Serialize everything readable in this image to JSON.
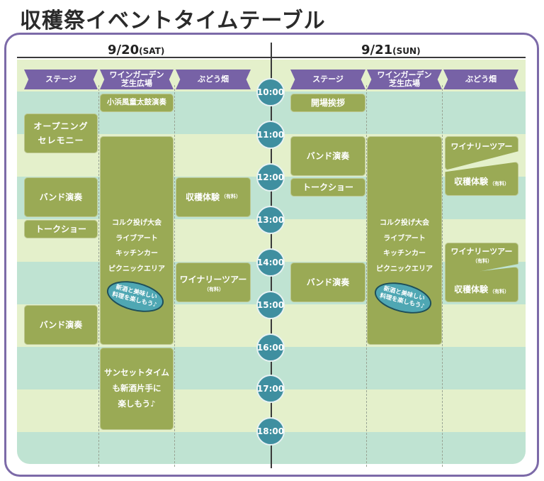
{
  "title": "収穫祭イベントタイムテーブル",
  "days": [
    {
      "date": "9/20",
      "dow": "(SAT)"
    },
    {
      "date": "9/21",
      "dow": "(SUN)"
    }
  ],
  "venues": [
    "ステージ",
    "ワインガーデン\n芝生広場",
    "ぶどう畑"
  ],
  "times": [
    "10:00",
    "11:00",
    "12:00",
    "13:00",
    "14:00",
    "15:00",
    "16:00",
    "17:00",
    "18:00"
  ],
  "events": {
    "sat_stage_1": "オープニング\nセレモニー",
    "sat_stage_2": "バンド演奏",
    "sat_stage_3": "トークショー",
    "sat_stage_4": "バンド演奏",
    "sat_garden_1": "小浜風童太鼓演奏",
    "sat_garden_2": "コルク投げ大会\nライブアート\nキッチンカー\nピクニックエリア",
    "sat_garden_3": "サンセットタイム\nも新酒片手に\n楽しもう♪",
    "sat_vine_1": "収穫体験",
    "sat_vine_2": "ワイナリーツアー",
    "sun_stage_1": "開場挨拶",
    "sun_stage_2": "バンド演奏",
    "sun_stage_3": "トークショー",
    "sun_stage_4": "バンド演奏",
    "sun_garden_1": "コルク投げ大会\nライブアート\nキッチンカー\nピクニックエリア",
    "sun_vine_1": "ワイナリーツアー",
    "sun_vine_2": "収穫体験",
    "sun_vine_3": "ワイナリーツアー",
    "sun_vine_4": "収穫体験"
  },
  "paid_tag": "（有料）",
  "bubble_text": "新酒と美味しい\n料理を楽しもう♪",
  "colors": {
    "frame": "#7c6aa8",
    "venue": "#7762a6",
    "event": "#9aaa55",
    "time_circle": "#3f8fa0",
    "band_light": "#e4f0cb",
    "band_teal": "#bfe3d2"
  }
}
